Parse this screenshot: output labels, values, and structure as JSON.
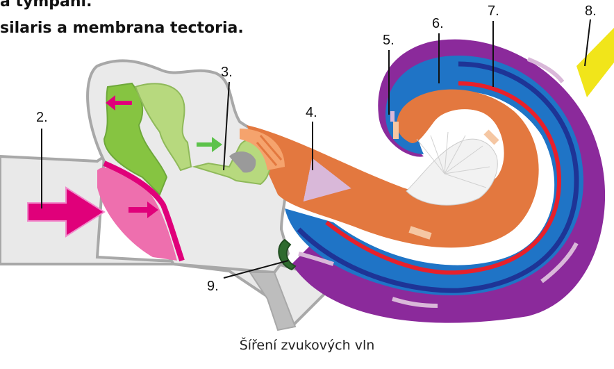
{
  "header": {
    "line1": "a tympani.",
    "line2": "silaris a membrana tectoria."
  },
  "labels": {
    "l2": "2.",
    "l3": "3.",
    "l4": "4.",
    "l5": "5.",
    "l6": "6.",
    "l7": "7.",
    "l8": "8.",
    "l9": "9."
  },
  "caption": "Šíření zvukových vln",
  "colors": {
    "outline": "#a8a8a8",
    "canal": "#e9e9e9",
    "tympanum": "#ee6fae",
    "tympanum_edge": "#e0007a",
    "ossicle_dark": "#86c441",
    "ossicle_light": "#b7d97e",
    "perilymph": "#e3783f",
    "orange_light": "#f5a36d",
    "duct_blue": "#1f74c6",
    "dark_blue": "#1e3496",
    "basilar_red": "#e8202a",
    "outer_purple": "#8b2a9b",
    "nerve_yellow": "#f1e51a",
    "round_window": "#2e6b2e"
  }
}
